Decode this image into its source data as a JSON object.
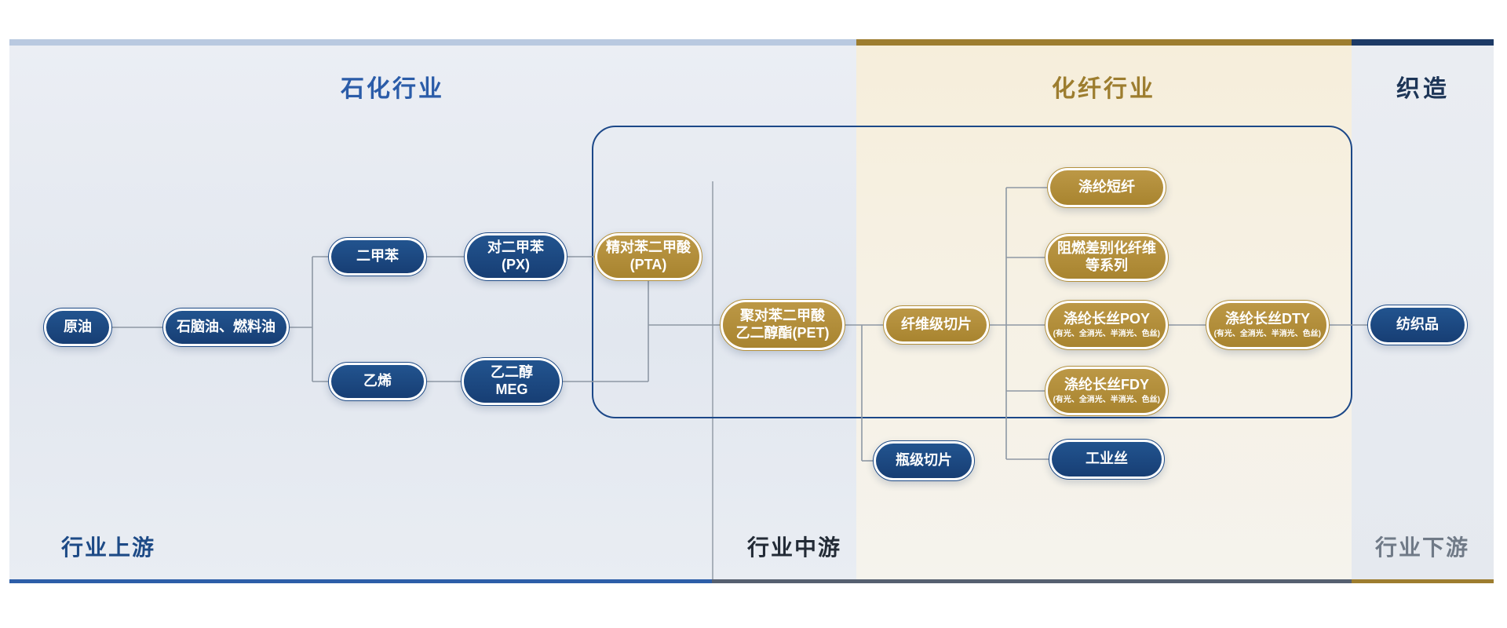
{
  "header": {
    "sections": [
      {
        "id": "petrochemical",
        "label": "石化行业"
      },
      {
        "id": "chemical-fiber",
        "label": "化纤行业"
      },
      {
        "id": "weaving",
        "label": "织造"
      }
    ]
  },
  "footer": {
    "labels": [
      {
        "id": "upstream",
        "label": "行业上游"
      },
      {
        "id": "midstream",
        "label": "行业中游"
      },
      {
        "id": "downstream",
        "label": "行业下游"
      }
    ]
  },
  "nodes": [
    {
      "id": "crude-oil",
      "type": "blue",
      "lines": [
        "原油"
      ]
    },
    {
      "id": "naphtha-fuel-oil",
      "type": "blue",
      "lines": [
        "石脑油、燃料油"
      ]
    },
    {
      "id": "xylene",
      "type": "blue",
      "lines": [
        "二甲苯"
      ]
    },
    {
      "id": "paraxylene-px",
      "type": "blue",
      "lines": [
        "对二甲苯",
        "(PX)"
      ]
    },
    {
      "id": "ethylene",
      "type": "blue",
      "lines": [
        "乙烯"
      ]
    },
    {
      "id": "meg",
      "type": "blue",
      "lines": [
        "乙二醇",
        "MEG"
      ]
    },
    {
      "id": "pta",
      "type": "gold",
      "lines": [
        "精对苯二甲酸",
        "(PTA)"
      ]
    },
    {
      "id": "pet",
      "type": "gold",
      "lines": [
        "聚对苯二甲酸",
        "乙二醇酯(PET)"
      ]
    },
    {
      "id": "fiber-grade-chip",
      "type": "gold",
      "lines": [
        "纤维级切片"
      ]
    },
    {
      "id": "polyester-staple-fiber",
      "type": "gold",
      "lines": [
        "涤纶短纤"
      ]
    },
    {
      "id": "flame-retardant-fiber-series",
      "type": "gold",
      "lines": [
        "阻燃差别化纤维",
        "等系列"
      ]
    },
    {
      "id": "polyester-filament-poy",
      "type": "gold",
      "lines": [
        "涤纶长丝POY"
      ],
      "sub": "(有光、全消光、半消光、色丝)"
    },
    {
      "id": "polyester-filament-dty",
      "type": "gold",
      "lines": [
        "涤纶长丝DTY"
      ],
      "sub": "(有光、全消光、半消光、色丝)"
    },
    {
      "id": "polyester-filament-fdy",
      "type": "gold",
      "lines": [
        "涤纶长丝FDY"
      ],
      "sub": "(有光、全消光、半消光、色丝)"
    },
    {
      "id": "industrial-yarn",
      "type": "blue",
      "lines": [
        "工业丝"
      ]
    },
    {
      "id": "bottle-grade-chip",
      "type": "blue",
      "lines": [
        "瓶级切片"
      ]
    },
    {
      "id": "textile-products",
      "type": "blue",
      "lines": [
        "纺织品"
      ]
    }
  ],
  "colors": {
    "blue_node": "#1d4a86",
    "gold_node": "#b3903c",
    "header_blue": "#2b5ca8",
    "header_gold": "#9d7d2f",
    "header_navy": "#1d3557",
    "upstream_label": "#1d4a86",
    "midstream_label": "#232b36",
    "downstream_label": "#707a87",
    "scope_box_border": "#1c4888",
    "connector": "#8e98a4"
  }
}
